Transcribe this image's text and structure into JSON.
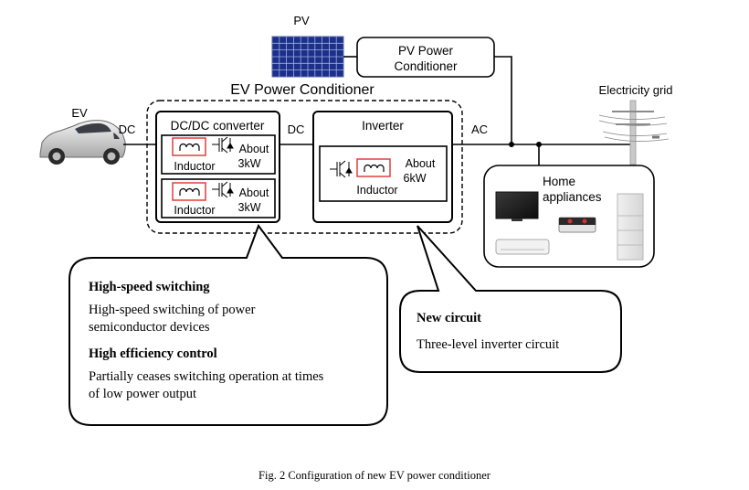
{
  "labels": {
    "pv": "PV",
    "pv_power_conditioner_l1": "PV  Power",
    "pv_power_conditioner_l2": "Conditioner",
    "ev_power_conditioner": "EV  Power  Conditioner",
    "ev": "EV",
    "dc_left": "DC",
    "dc_mid": "DC",
    "ac": "AC",
    "dcdc_converter": "DC/DC  converter",
    "inverter": "Inverter",
    "inductor": "Inductor",
    "about": "About",
    "kw3": "3kW",
    "kw6": "6kW",
    "electricity_grid": "Electricity grid",
    "home_appliances_l1": "Home",
    "home_appliances_l2": "appliances"
  },
  "callout_left": {
    "heading1": "High-speed switching",
    "body1_l1": "High-speed switching of power",
    "body1_l2": "semiconductor devices",
    "heading2": "High efficiency control",
    "body2_l1": "Partially ceases switching operation at times",
    "body2_l2": "of low power output"
  },
  "callout_right": {
    "heading": "New circuit",
    "body": "Three-level inverter circuit"
  },
  "caption": "Fig. 2 Configuration of new EV power conditioner",
  "colors": {
    "inductor_box": "#e03030",
    "solar_panel": "#1c2f8a",
    "line": "#000000"
  }
}
